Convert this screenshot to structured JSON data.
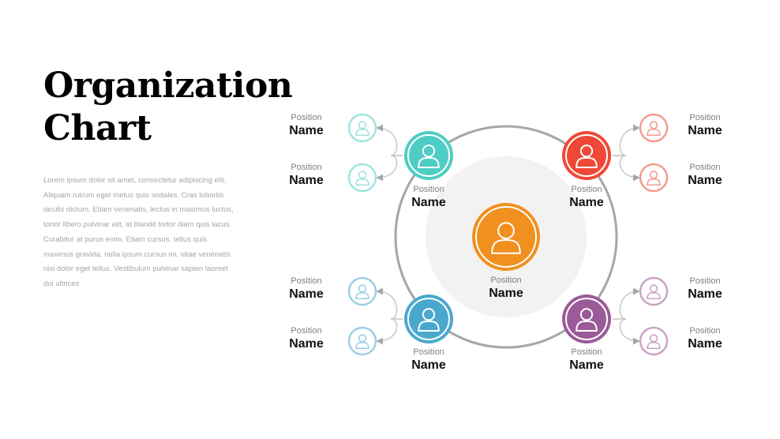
{
  "title": {
    "line1": "Organization",
    "line2": "Chart"
  },
  "body_text": "Lorem  ipsum dolor sit amet, consectetur  adipiscing elit. Aliquam rutrum eget  metus  quis sodales. Cras lobortis iaculis dictum. Etiam venenatis,  lectus in maximus luctus, tortor libero pulvinar elit, at blandit tortor diam quis lacus. Curabitur at purus enim. Etiam cursus, tellus quis maximus gravida, nulla ipsum cursus mi, vitae venenatis nisi dolor eget tellus. Vestibulum pulvinar sapien laoreet dui ultrices",
  "colors": {
    "center": "#f0901e",
    "teal": "#4ecdc4",
    "red": "#ef4836",
    "blue": "#4aa8cf",
    "purple": "#9b5a98",
    "ring": "#a6a6a6",
    "inner_disc": "#f2f2f2"
  },
  "center": {
    "position": "Position",
    "name": "Name",
    "icon": "person-icon"
  },
  "managers": [
    {
      "id": "top-left",
      "color": "teal",
      "position": "Position",
      "name": "Name",
      "icon": "person-icon"
    },
    {
      "id": "top-right",
      "color": "red",
      "position": "Position",
      "name": "Name",
      "icon": "person-icon"
    },
    {
      "id": "bottom-left",
      "color": "blue",
      "position": "Position",
      "name": "Name",
      "icon": "person-icon"
    },
    {
      "id": "bottom-right",
      "color": "purple",
      "position": "Position",
      "name": "Name",
      "icon": "person-icon"
    }
  ],
  "members": [
    {
      "group": "top-left",
      "color": "teal",
      "position": "Position",
      "name": "Name",
      "icon": "person-icon"
    },
    {
      "group": "top-left",
      "color": "teal",
      "position": "Position",
      "name": "Name",
      "icon": "person-icon"
    },
    {
      "group": "top-right",
      "color": "red",
      "position": "Position",
      "name": "Name",
      "icon": "person-icon"
    },
    {
      "group": "top-right",
      "color": "red",
      "position": "Position",
      "name": "Name",
      "icon": "person-icon"
    },
    {
      "group": "bottom-left",
      "color": "blue",
      "position": "Position",
      "name": "Name",
      "icon": "person-icon"
    },
    {
      "group": "bottom-left",
      "color": "blue",
      "position": "Position",
      "name": "Name",
      "icon": "person-icon"
    },
    {
      "group": "bottom-right",
      "color": "purple",
      "position": "Position",
      "name": "Name",
      "icon": "person-icon"
    },
    {
      "group": "bottom-right",
      "color": "purple",
      "position": "Position",
      "name": "Name",
      "icon": "person-icon"
    }
  ]
}
